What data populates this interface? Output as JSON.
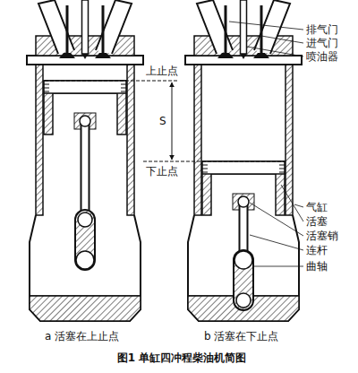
{
  "diagram": {
    "caption": "图1 单缸四冲程柴油机简图",
    "labels": [
      "排气门",
      "进气门",
      "喷油器",
      "上止点",
      "S",
      "下止点",
      "气缸",
      "活塞",
      "活塞销",
      "连杆",
      "曲轴",
      "a 活塞在上止点",
      "b 活塞在下止点"
    ]
  }
}
